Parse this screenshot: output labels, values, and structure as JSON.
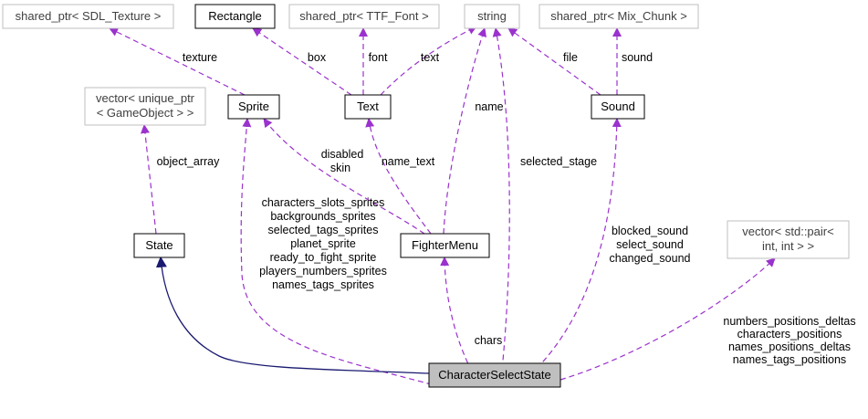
{
  "nodes": {
    "shared_ptr_sdl_texture": "shared_ptr< SDL_Texture >",
    "rectangle": "Rectangle",
    "shared_ptr_ttf_font": "shared_ptr< TTF_Font >",
    "string": "string",
    "shared_ptr_mix_chunk": "shared_ptr< Mix_Chunk >",
    "vector_unique_ptr_line1": "vector< unique_ptr",
    "vector_unique_ptr_line2": "< GameObject > >",
    "sprite": "Sprite",
    "text": "Text",
    "sound": "Sound",
    "state": "State",
    "fighter_menu": "FighterMenu",
    "vector_pair_line1": "vector< std::pair<",
    "vector_pair_line2": "int, int > >",
    "character_select_state": "CharacterSelectState"
  },
  "edge_labels": {
    "texture": "texture",
    "box": "box",
    "font": "font",
    "text": "text",
    "file": "file",
    "sound": "sound",
    "object_array": "object_array",
    "name": "name",
    "disabled": "disabled",
    "skin": "skin",
    "name_text": "name_text",
    "selected_stage": "selected_stage",
    "sprite_members": [
      "characters_slots_sprites",
      "backgrounds_sprites",
      "selected_tags_sprites",
      "planet_sprite",
      "ready_to_fight_sprite",
      "players_numbers_sprites",
      "names_tags_sprites"
    ],
    "sound_members": [
      "blocked_sound",
      "select_sound",
      "changed_sound"
    ],
    "chars": "chars",
    "pair_members": [
      "numbers_positions_deltas",
      "characters_positions",
      "names_positions_deltas",
      "names_tags_positions"
    ]
  },
  "colors": {
    "usage_edge": "#9a32cd",
    "inheritance_edge": "#191970",
    "external_border": "#bfbfbf",
    "node_border": "#000000",
    "highlight_fill": "#bfbfbf"
  }
}
